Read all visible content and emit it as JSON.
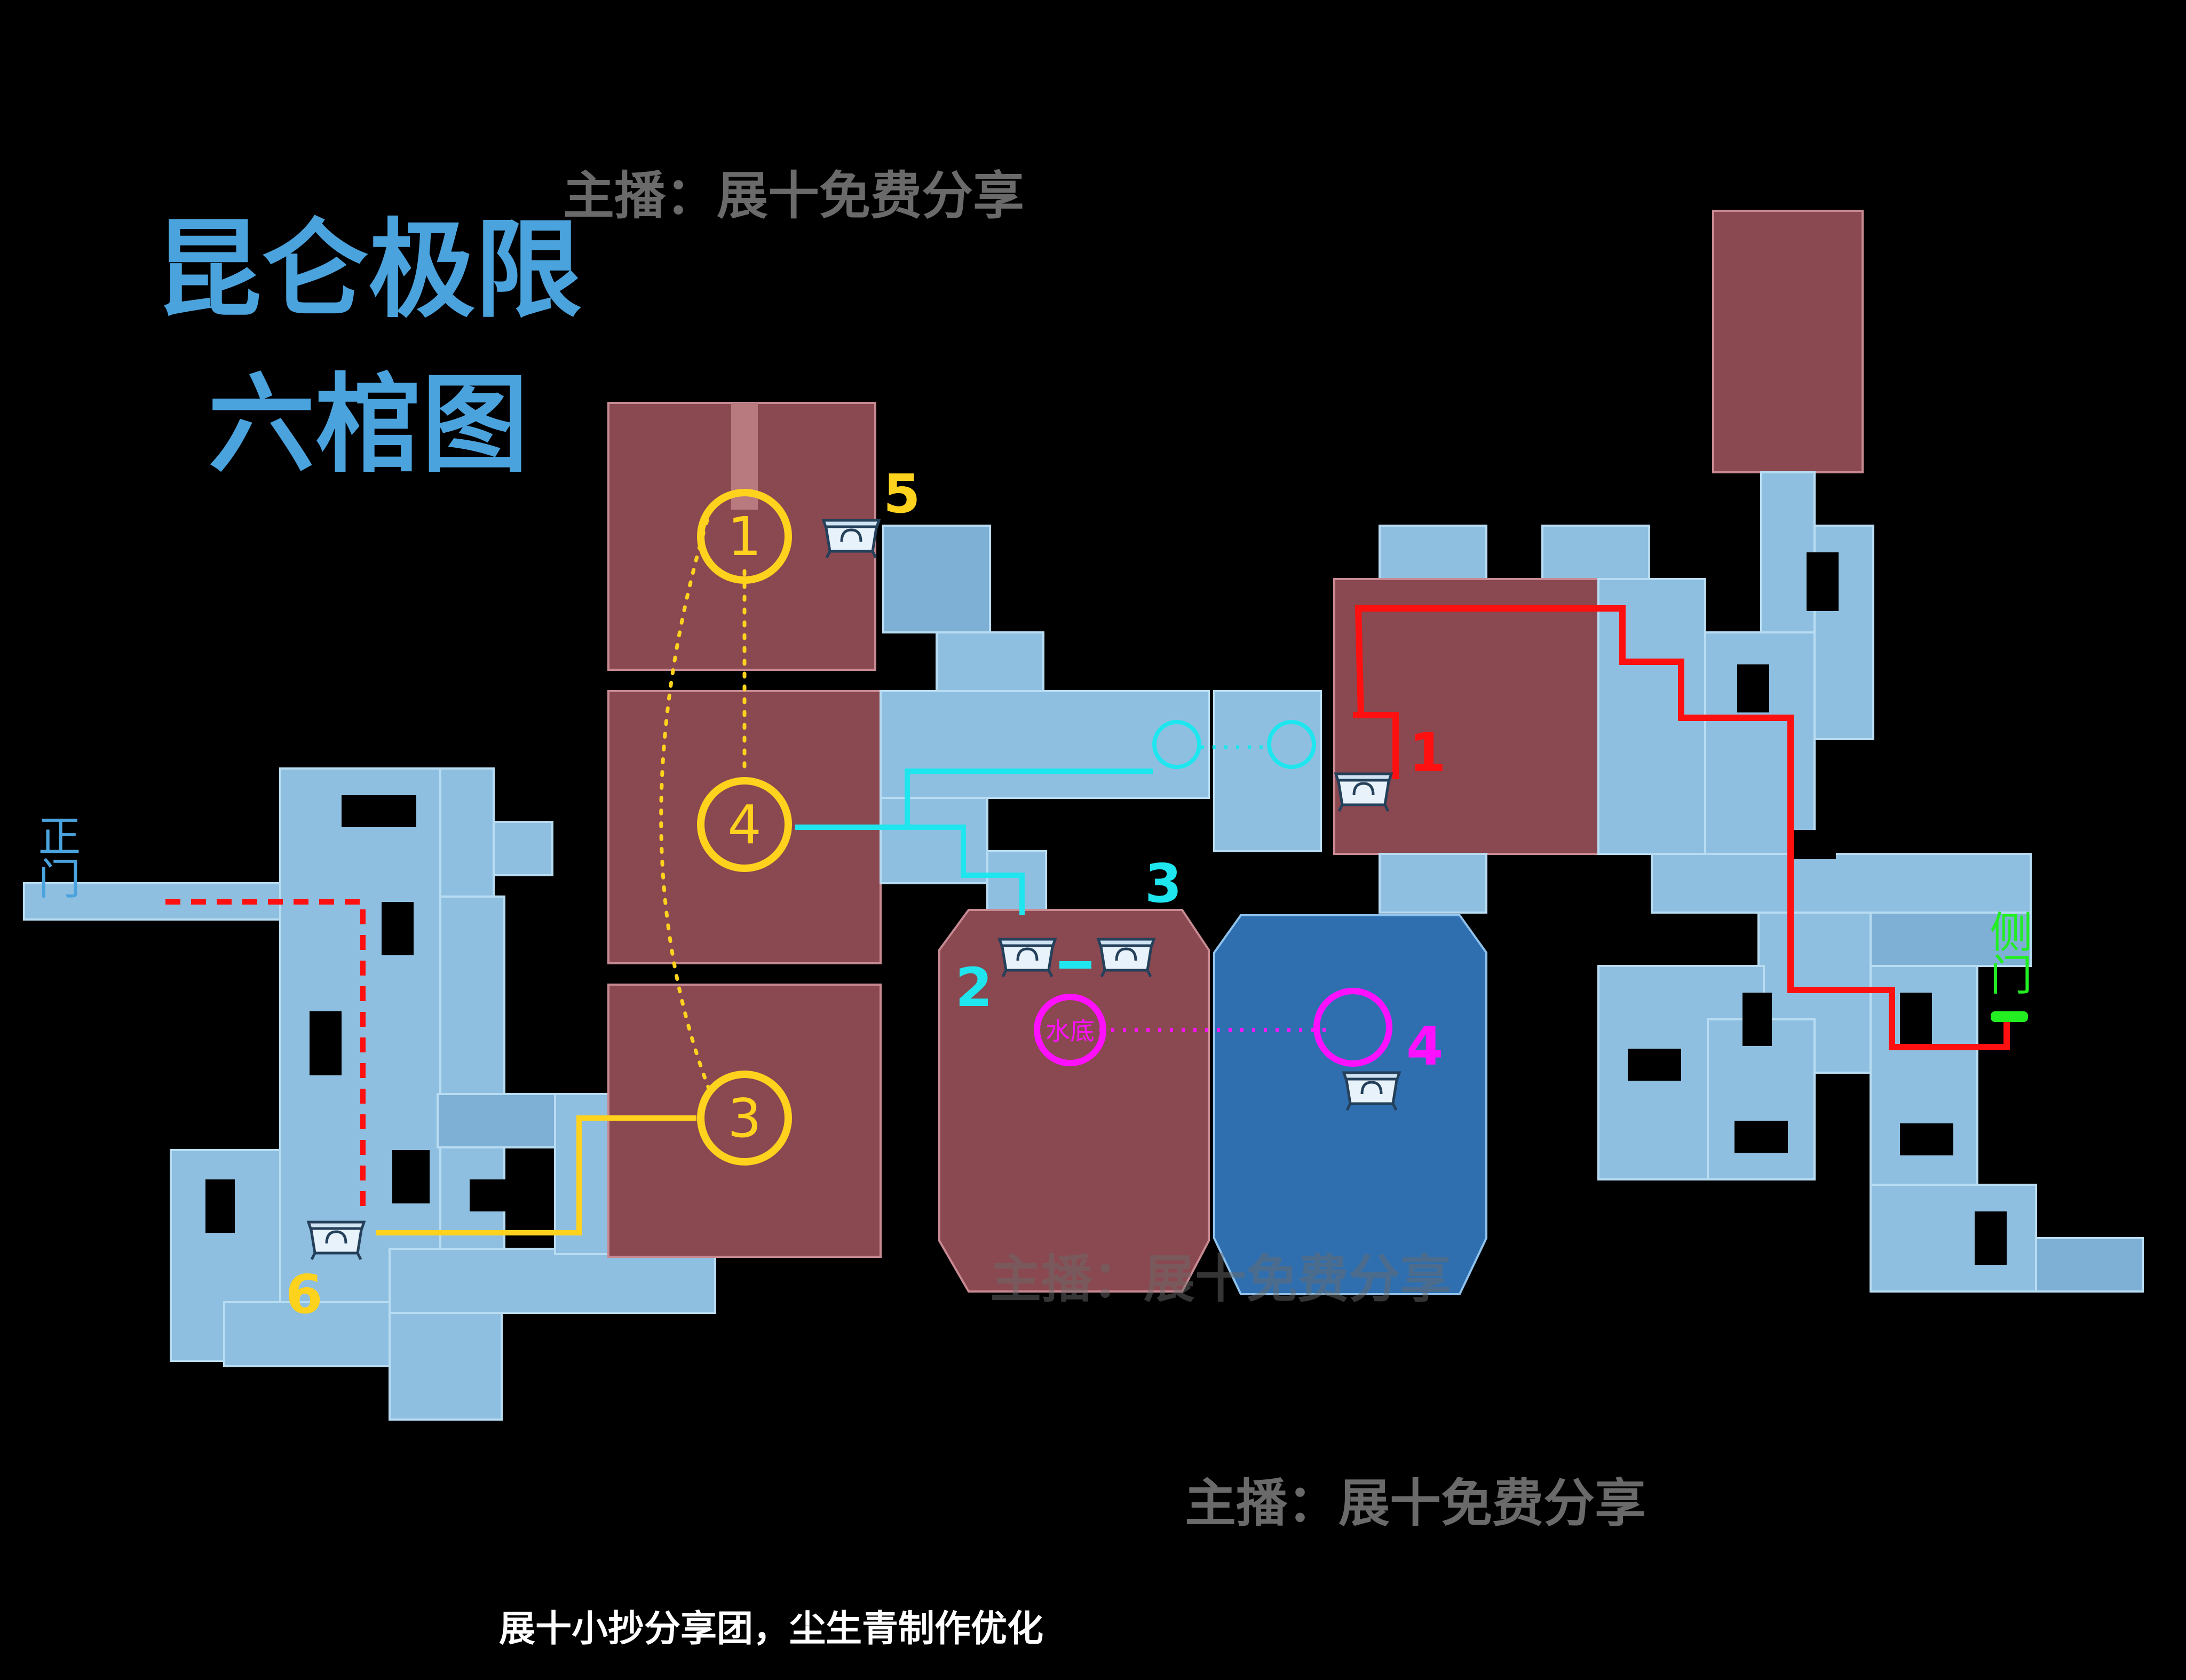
{
  "title": {
    "line1": "昆仑极限",
    "line2": "六棺图",
    "color": "#4ba3dd"
  },
  "watermarks": [
    "主播：展十免费分享",
    "主播：展十免费分享",
    "主播：展十免费分享"
  ],
  "credit": "展十小抄分享团，尘生青制作优化",
  "entrances": {
    "main_gate": "正门",
    "side_gate": "侧门"
  },
  "markers": {
    "yellow_circles": [
      "1",
      "4",
      "3"
    ],
    "coffin_labels": {
      "c1": "1",
      "c2": "2",
      "c3": "3",
      "c4": "4",
      "c5": "5",
      "c6": "6"
    },
    "water_bottom": "水底"
  },
  "colors": {
    "yellow": "#ffd21e",
    "cyan": "#1fe6ee",
    "red": "#ff1010",
    "magenta": "#ff10ff",
    "green": "#22ee22"
  },
  "icons": [
    "coffin-icon"
  ]
}
